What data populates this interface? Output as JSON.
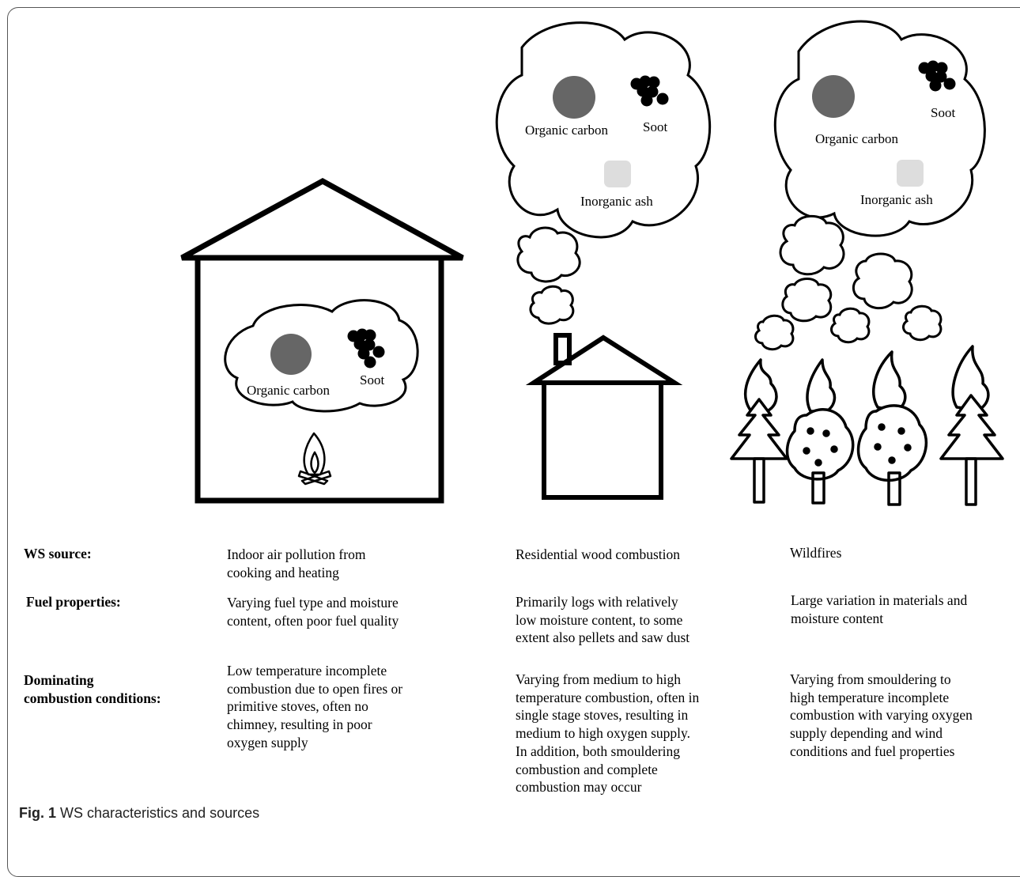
{
  "illustration": {
    "indoor": {
      "organic_carbon": "Organic carbon",
      "soot": "Soot"
    },
    "residential": {
      "organic_carbon": "Organic carbon",
      "soot": "Soot",
      "inorganic_ash": "Inorganic ash"
    },
    "wildfire": {
      "organic_carbon": "Organic carbon",
      "soot": "Soot",
      "inorganic_ash": "Inorganic ash"
    },
    "colors": {
      "organic_carbon": "#666666",
      "soot": "#000000",
      "inorganic_ash": "#dddddd",
      "outline": "#000000"
    }
  },
  "table": {
    "headers": {
      "source": "WS source:",
      "fuel": "Fuel properties:",
      "combustion_1": "Dominating",
      "combustion_2": "combustion conditions:"
    },
    "source": [
      [
        "Indoor air pollution from",
        "cooking and heating"
      ],
      [
        "Residential wood combustion"
      ],
      [
        "Wildfires"
      ]
    ],
    "fuel": [
      [
        "Varying fuel type and moisture",
        "content, often poor fuel quality"
      ],
      [
        "Primarily logs with relatively",
        "low moisture content, to some",
        "extent also pellets and saw dust"
      ],
      [
        "Large variation in materials and",
        "moisture content"
      ]
    ],
    "combustion": [
      [
        "Low temperature incomplete",
        "combustion due to open fires or",
        "primitive stoves, often no",
        "chimney, resulting in poor",
        "oxygen supply"
      ],
      [
        "Varying from medium to high",
        "temperature combustion, often in",
        "single stage stoves, resulting in",
        "medium to high oxygen supply.",
        "In addition, both smouldering",
        "combustion and complete",
        "combustion may occur"
      ],
      [
        "Varying from smouldering to",
        "high temperature incomplete",
        "combustion with varying oxygen",
        "supply depending and wind",
        "conditions and fuel properties"
      ]
    ]
  },
  "caption": {
    "label": "Fig. 1",
    "text": " WS characteristics and sources"
  }
}
